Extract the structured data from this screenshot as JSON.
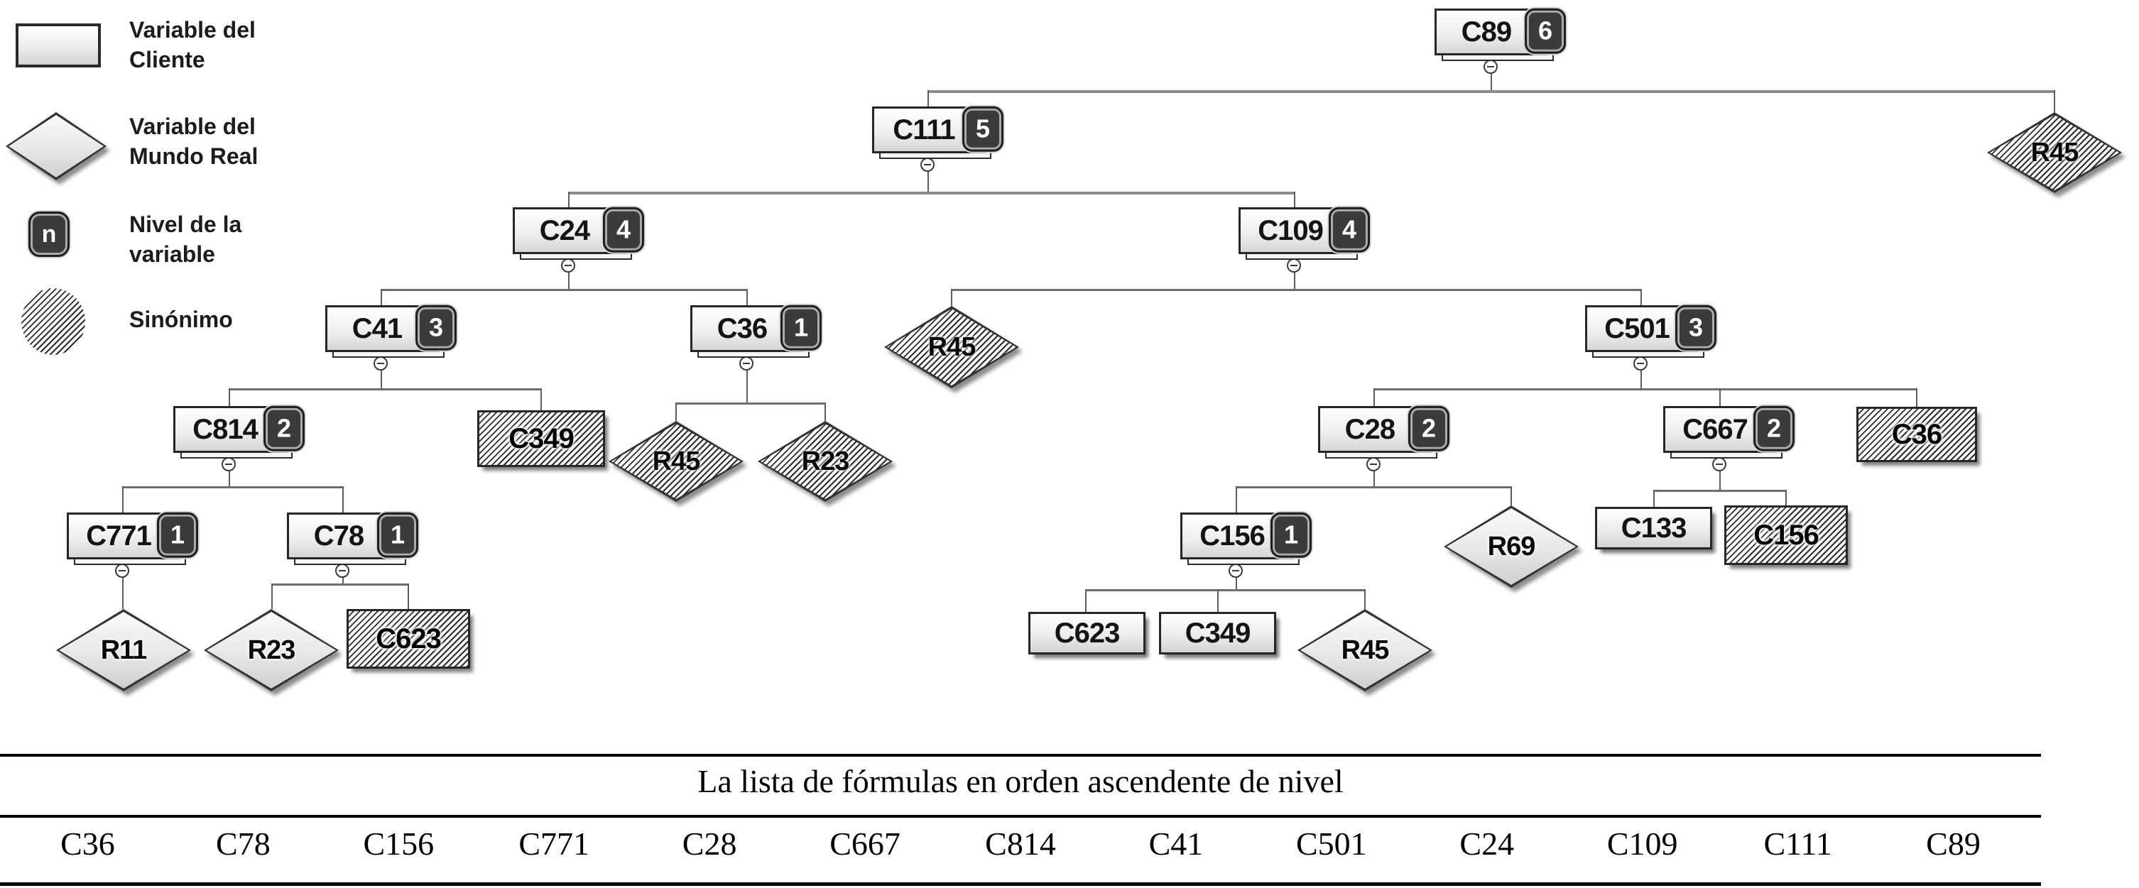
{
  "legend": {
    "client": "Variable del Cliente",
    "world": "Variable del Mundo Real",
    "level": "Nivel de la variable",
    "level_badge": "n",
    "synonym": "Sinónimo"
  },
  "tree": {
    "c89": {
      "label": "C89",
      "level": "6"
    },
    "c111": {
      "label": "C111",
      "level": "5"
    },
    "c24": {
      "label": "C24",
      "level": "4"
    },
    "c109": {
      "label": "C109",
      "level": "4"
    },
    "c41": {
      "label": "C41",
      "level": "3"
    },
    "c36": {
      "label": "C36",
      "level": "1"
    },
    "c501": {
      "label": "C501",
      "level": "3"
    },
    "c814": {
      "label": "C814",
      "level": "2"
    },
    "c28": {
      "label": "C28",
      "level": "2"
    },
    "c667": {
      "label": "C667",
      "level": "2"
    },
    "c771": {
      "label": "C771",
      "level": "1"
    },
    "c78": {
      "label": "C78",
      "level": "1"
    },
    "c156": {
      "label": "C156",
      "level": "1"
    },
    "r45_root": {
      "label": "R45"
    },
    "r45_c109": {
      "label": "R45"
    },
    "c349_syn": {
      "label": "C349"
    },
    "r45_c36": {
      "label": "R45"
    },
    "r23_c36": {
      "label": "R23"
    },
    "c36_syn": {
      "label": "C36"
    },
    "r11": {
      "label": "R11"
    },
    "r23": {
      "label": "R23"
    },
    "c623_syn": {
      "label": "C623"
    },
    "c623": {
      "label": "C623"
    },
    "c349": {
      "label": "C349"
    },
    "r45_c156": {
      "label": "R45"
    },
    "r69": {
      "label": "R69"
    },
    "c133": {
      "label": "C133"
    },
    "c156_syn": {
      "label": "C156"
    }
  },
  "table": {
    "title": "La lista de fórmulas en orden ascendente de nivel",
    "cells": [
      "C36",
      "C78",
      "C156",
      "C771",
      "C28",
      "C667",
      "C814",
      "C41",
      "C501",
      "C24",
      "C109",
      "C111",
      "C89"
    ]
  }
}
